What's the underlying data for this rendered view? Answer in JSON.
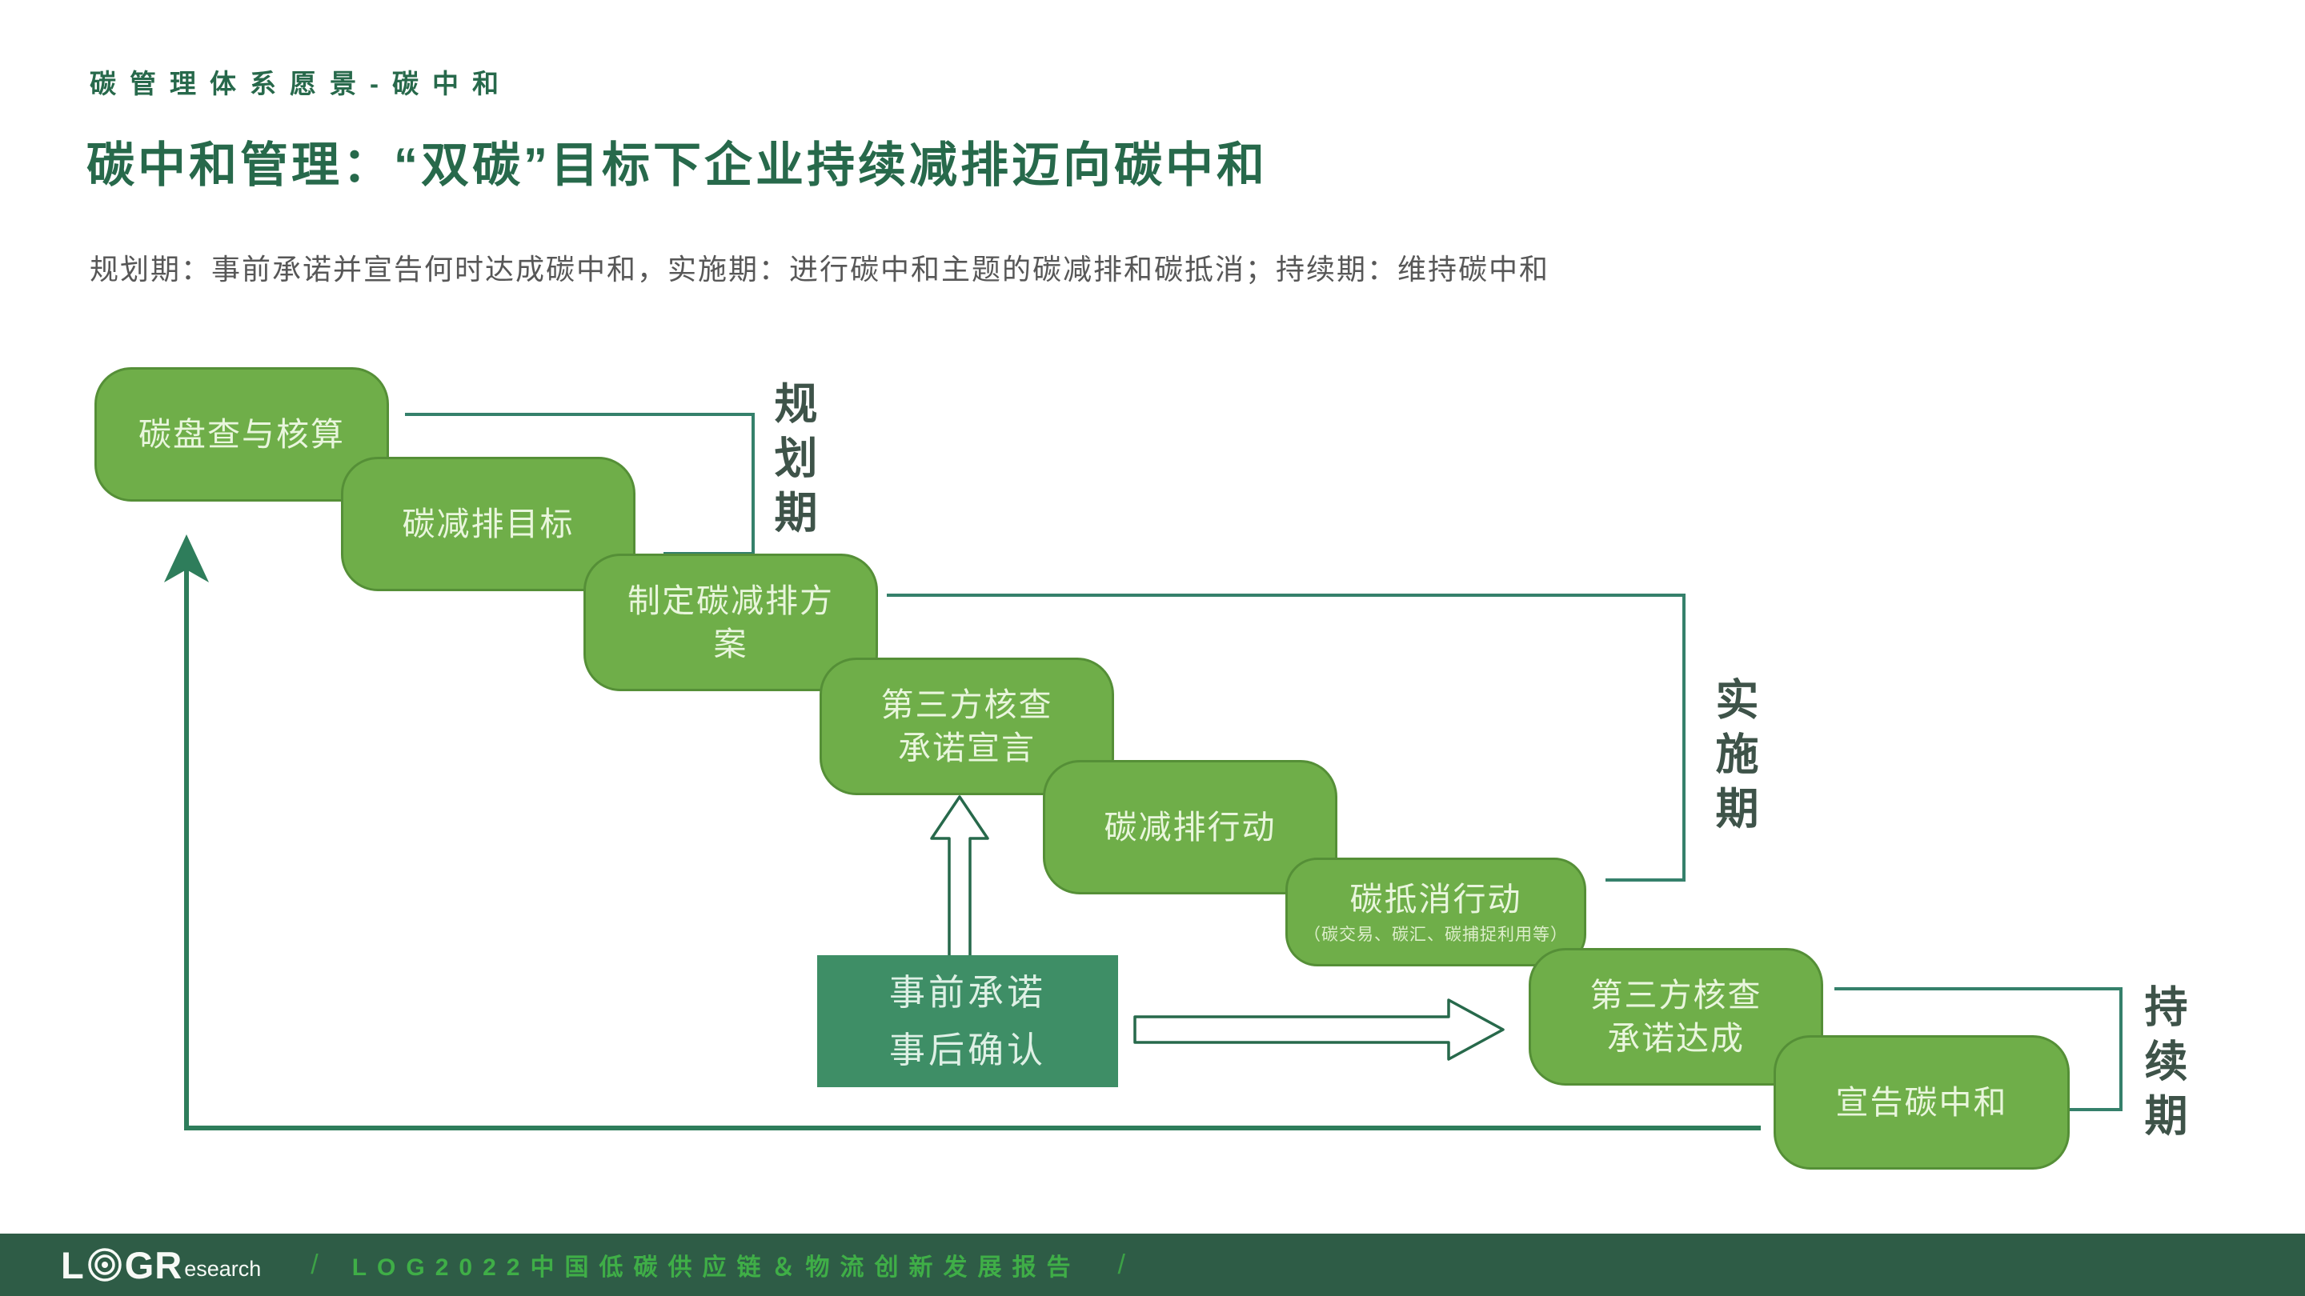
{
  "header": {
    "eyebrow": "碳管理体系愿景-碳中和",
    "title": "碳中和管理：“双碳”目标下企业持续减排迈向碳中和",
    "subtitle": "规划期：事前承诺并宣告何时达成碳中和，实施期：进行碳中和主题的碳减排和碳抵消；持续期：维持碳中和"
  },
  "colors": {
    "accent-dark": "#27694b",
    "subtitle-gray": "#575757",
    "node-fill": "#6fae49",
    "node-border": "#558f37",
    "node-text": "#e9f6dd",
    "commit-fill": "#3e8e66",
    "commit-text": "#def0e5",
    "connector": "#35806b",
    "loop-arrow": "#2e7d5b",
    "phase-text": "#3e5349",
    "footer-bg": "#2e5c46",
    "footer-green": "#3fae47"
  },
  "diagram": {
    "boxes": [
      {
        "id": "carbon-inventory",
        "line1": "碳盘查与核算"
      },
      {
        "id": "reduction-target",
        "line1": "碳减排目标"
      },
      {
        "id": "reduction-plan",
        "line1": "制定碳减排方",
        "line2": "案"
      },
      {
        "id": "third-party-verify-declare",
        "line1": "第三方核查",
        "line2": "承诺宣言"
      },
      {
        "id": "reduction-action",
        "line1": "碳减排行动"
      },
      {
        "id": "offset-action",
        "line1": "碳抵消行动",
        "note": "（碳交易、碳汇、碳捕捉利用等）"
      },
      {
        "id": "third-party-verify-achieve",
        "line1": "第三方核查",
        "line2": "承诺达成"
      },
      {
        "id": "declare-neutrality",
        "line1": "宣告碳中和"
      }
    ],
    "commit_box": {
      "line1": "事前承诺",
      "line2": "事后确认"
    },
    "phases": [
      {
        "label": "规划期"
      },
      {
        "label": "实施期"
      },
      {
        "label": "持续期"
      }
    ]
  },
  "footer": {
    "logo_l": "L",
    "logo_gr": "GR",
    "logo_research": "esearch",
    "slash": "/",
    "report_title": "LOG2022中国低碳供应链＆物流创新发展报告"
  }
}
